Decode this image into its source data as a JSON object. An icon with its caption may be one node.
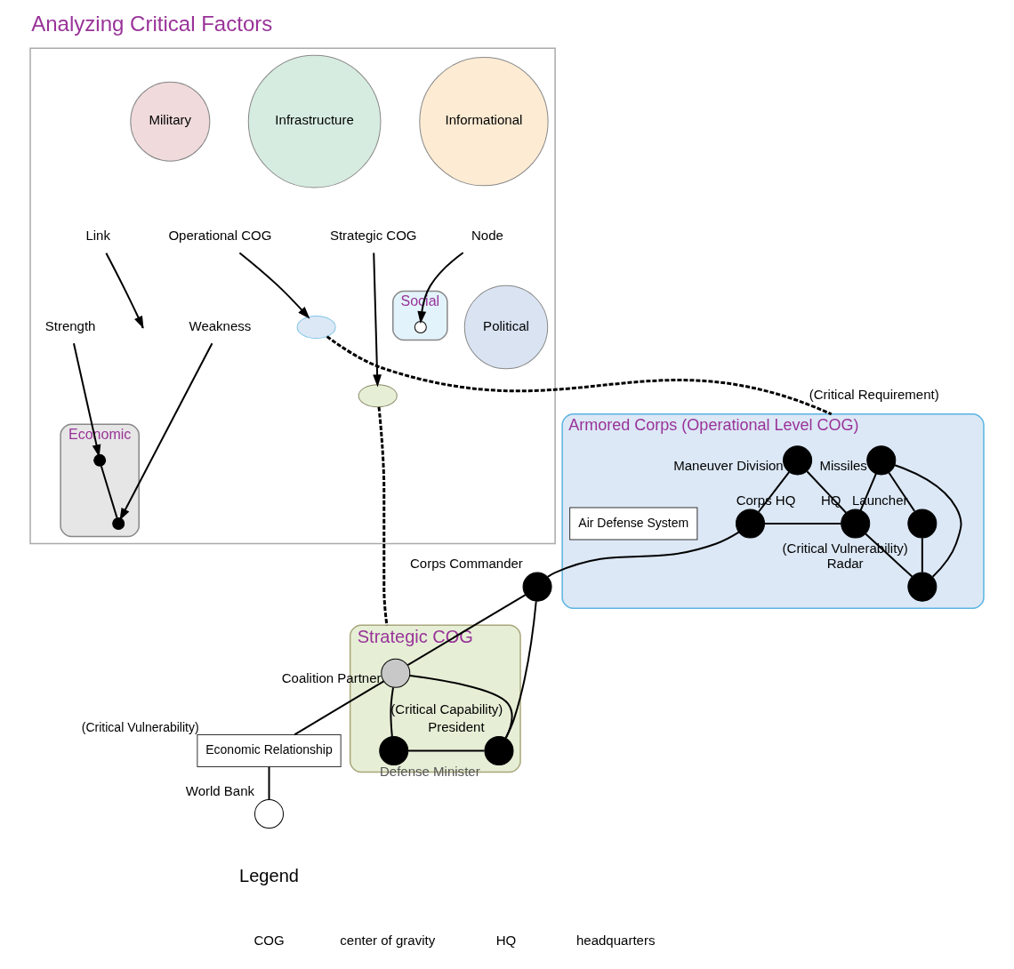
{
  "diagram": {
    "title": "Analyzing Critical Factors",
    "nodes": [
      {
        "text": [],
        "shape": "box"
      },
      {
        "text": [
          "Informational"
        ],
        "in": 0
      },
      {
        "text": [
          "Social"
        ],
        "in": 0
      },
      {
        "text": [
          "Infrastructure"
        ],
        "in": 0
      },
      {
        "text": [
          "Military"
        ],
        "in": 0
      },
      {
        "text": [
          "Economic"
        ],
        "in": 0
      },
      {
        "text": [
          "Political"
        ],
        "in": 0
      },
      {
        "text": [
          "Node"
        ],
        "in": 0
      },
      {
        "text": [],
        "shape": "circle",
        "in": 2
      },
      {
        "text": [
          "Link"
        ],
        "in": 0
      },
      {
        "text": [
          "Operational COG"
        ],
        "in": 0
      },
      {
        "text": [],
        "shape": "cloud",
        "in": 0
      },
      {
        "text": [
          "Strategic COG"
        ],
        "in": 0
      },
      {
        "text": [],
        "shape": "cloud",
        "in": 0
      },
      {
        "text": [
          "Strength"
        ],
        "in": 0
      },
      {
        "text": [],
        "shape": "circle",
        "in": 5
      },
      {
        "text": [
          "Weakness"
        ],
        "in": 0
      },
      {
        "text": [],
        "shape": "circle",
        "in": 5
      },
      {
        "text": [
          "Armored Corps (Operational Level COG)"
        ]
      },
      {
        "text": [],
        "shape": "circle",
        "in": 18,
        "beside": [
          "Missiles"
        ]
      },
      {
        "text": [],
        "shape": "circle",
        "in": 18,
        "beside": [
          "Maneuver Division"
        ]
      },
      {
        "text": [],
        "shape": "circle",
        "in": 18,
        "beside": [
          "Launcher"
        ]
      },
      {
        "text": [
          "Air Defense System"
        ],
        "in": 18
      },
      {
        "text": [],
        "shape": "circle",
        "in": 18,
        "beside": [
          "HQ"
        ]
      },
      {
        "text": [],
        "shape": "circle",
        "in": 18,
        "beside": [
          "(Critical Vulnerability)",
          "Radar"
        ]
      },
      {
        "text": [],
        "shape": "circle",
        "in": 18,
        "beside": [
          "Corps HQ"
        ]
      },
      {
        "text": [],
        "shape": "circle",
        "beside": [
          "Corps Commander"
        ]
      },
      {
        "text": [
          "Strategic COG"
        ]
      },
      {
        "text": [],
        "shape": "circle",
        "in": 27,
        "beside": [
          "Coalition Partner"
        ]
      },
      {
        "text": [],
        "shape": "circle",
        "in": 27,
        "beside": [
          "President"
        ]
      },
      {
        "text": [],
        "shape": "circle",
        "in": 27,
        "beside": [
          "Defense Minister"
        ]
      },
      {
        "text": [
          "Economic Relationship"
        ],
        "beside": [
          "(Critical Vulnerability)"
        ]
      },
      {
        "text": [],
        "shape": "circle",
        "beside": [
          "World Bank"
        ]
      }
    ],
    "edges": [
      {
        "from": 7,
        "to": 8,
        "arrow": "to"
      },
      {
        "from": 9,
        "to": null,
        "arrow": "to"
      },
      {
        "from": 10,
        "to": 11,
        "arrow": "to"
      },
      {
        "from": 12,
        "to": 13,
        "arrow": "to"
      },
      {
        "from": 14,
        "to": 15,
        "arrow": "to"
      },
      {
        "from": 16,
        "to": 17,
        "arrow": "to"
      },
      {
        "from": 15,
        "to": 17,
        "arrow": "none"
      },
      {
        "from": 11,
        "to": 18,
        "arrow": "none",
        "style": "dashed",
        "label": "(Critical Requirement)"
      },
      {
        "from": 13,
        "to": 27,
        "arrow": "none",
        "style": "dashed"
      },
      {
        "from": 19,
        "to": 21,
        "arrow": "none"
      },
      {
        "from": 19,
        "to": 24,
        "arrow": "none"
      },
      {
        "from": 19,
        "to": 23,
        "arrow": "none"
      },
      {
        "from": 21,
        "to": 24,
        "arrow": "none"
      },
      {
        "from": 24,
        "to": 23,
        "arrow": "none"
      },
      {
        "from": 23,
        "to": 20,
        "arrow": "none"
      },
      {
        "from": 23,
        "to": 25,
        "arrow": "none"
      },
      {
        "from": 20,
        "to": 25,
        "arrow": "none"
      },
      {
        "from": 25,
        "to": 26,
        "arrow": "none"
      },
      {
        "from": 26,
        "to": 28,
        "arrow": "none"
      },
      {
        "from": 26,
        "to": 29,
        "arrow": "none"
      },
      {
        "from": 28,
        "to": 29,
        "arrow": "none"
      },
      {
        "from": 28,
        "to": 30,
        "arrow": "none",
        "label": "(Critical Capability)"
      },
      {
        "from": 30,
        "to": 29,
        "arrow": "none"
      },
      {
        "from": 28,
        "to": 31,
        "arrow": "none"
      },
      {
        "from": 31,
        "to": 32,
        "arrow": "none"
      }
    ],
    "labels": [
      "Legend",
      "COG",
      "center of gravity",
      "HQ",
      "headquarters"
    ]
  }
}
